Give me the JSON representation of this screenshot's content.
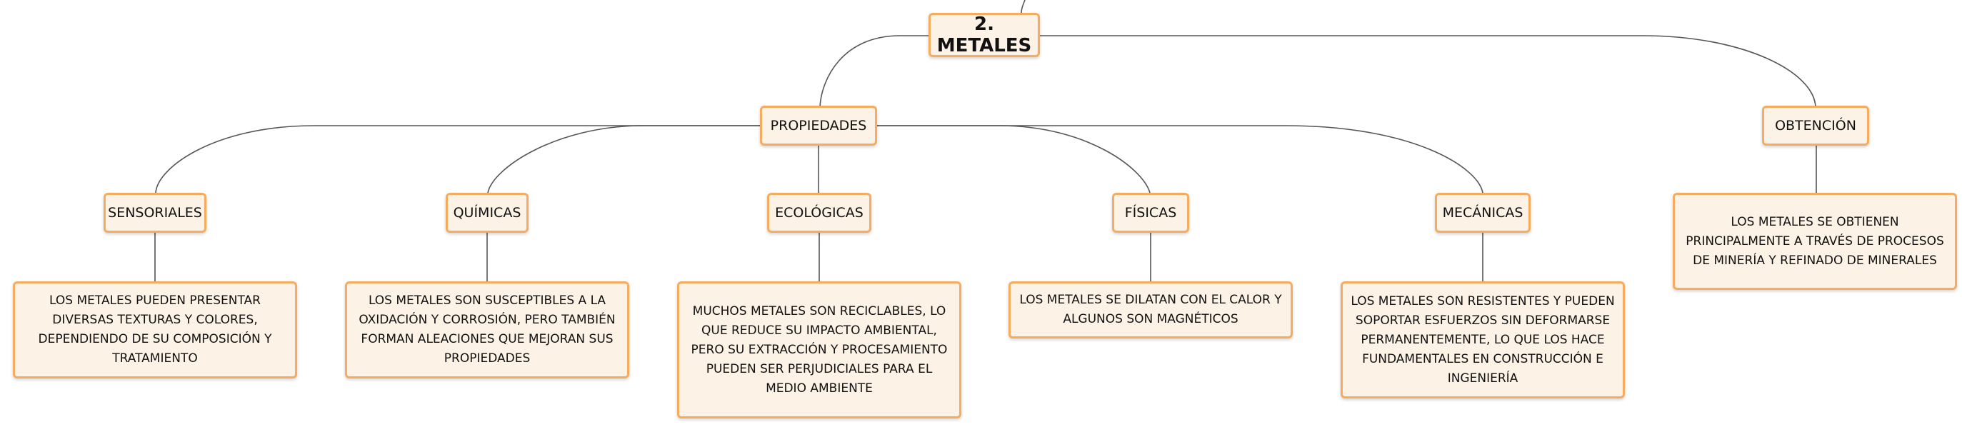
{
  "colors": {
    "border": "#f6ac5e",
    "fill": "#fdf2e6",
    "line": "#555555",
    "text": "#111111"
  },
  "root": {
    "label": "2. METALES"
  },
  "properties": {
    "label": "PROPIEDADES",
    "children": [
      {
        "label": "SENSORIALES",
        "description": "LOS METALES PUEDEN PRESENTAR DIVERSAS TEXTURAS Y COLORES, DEPENDIENDO DE SU COMPOSICIÓN Y TRATAMIENTO"
      },
      {
        "label": "QUÍMICAS",
        "description": "LOS METALES SON SUSCEPTIBLES A LA OXIDACIÓN Y CORROSIÓN, PERO TAMBIÉN FORMAN ALEACIONES QUE MEJORAN SUS PROPIEDADES"
      },
      {
        "label": "ECOLÓGICAS",
        "description": "MUCHOS METALES SON RECICLABLES, LO QUE REDUCE SU IMPACTO AMBIENTAL, PERO SU EXTRACCIÓN Y PROCESAMIENTO PUEDEN SER PERJUDICIALES PARA EL MEDIO AMBIENTE"
      },
      {
        "label": "FÍSICAS",
        "description": "LOS METALES SE DILATAN CON EL CALOR Y ALGUNOS SON MAGNÉTICOS"
      },
      {
        "label": "MECÁNICAS",
        "description": "LOS METALES SON RESISTENTES Y PUEDEN SOPORTAR ESFUERZOS SIN DEFORMARSE PERMANENTEMENTE, LO QUE LOS HACE FUNDAMENTALES EN CONSTRUCCIÓN E INGENIERÍA"
      }
    ]
  },
  "obtention": {
    "label": "OBTENCIÓN",
    "description": "LOS METALES SE OBTIENEN PRINCIPALMENTE A TRAVÉS DE PROCESOS DE MINERÍA Y REFINADO DE MINERALES"
  }
}
